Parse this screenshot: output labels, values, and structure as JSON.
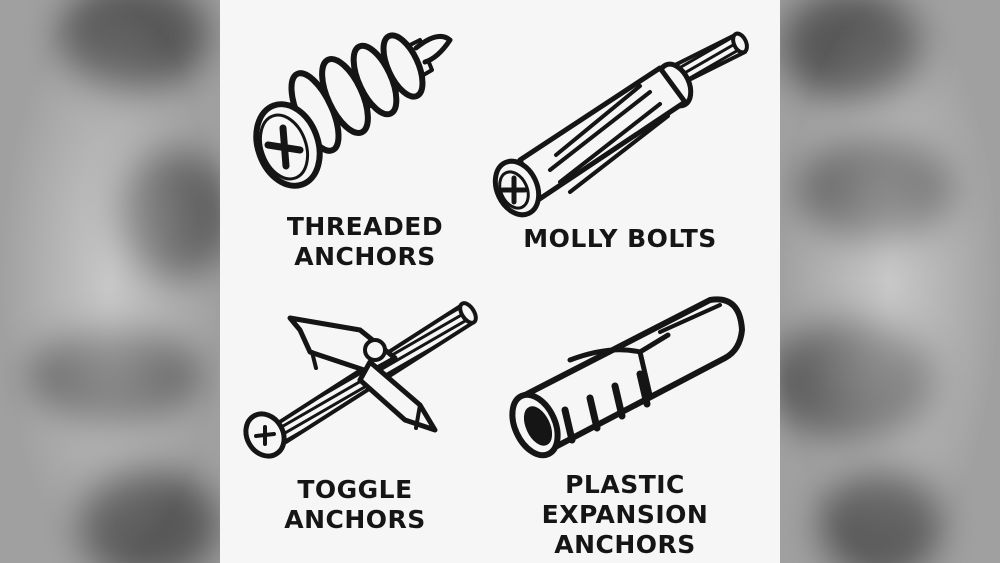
{
  "labels": {
    "threaded": {
      "line1": "THREADED",
      "line2": "ANCHORS"
    },
    "molly": {
      "line1": "MOLLY BOLTS"
    },
    "toggle": {
      "line1": "TOGGLE",
      "line2": "ANCHORS"
    },
    "plastic": {
      "line1": "PLASTIC",
      "line2": "EXPANSION",
      "line3": "ANCHORS"
    }
  },
  "colors": {
    "panel": "#f6f6f6",
    "ink": "#151515",
    "side": "#a3a3a3"
  },
  "icons": [
    "threaded-anchor-icon",
    "molly-bolt-icon",
    "toggle-anchor-icon",
    "plastic-expansion-anchor-icon"
  ]
}
